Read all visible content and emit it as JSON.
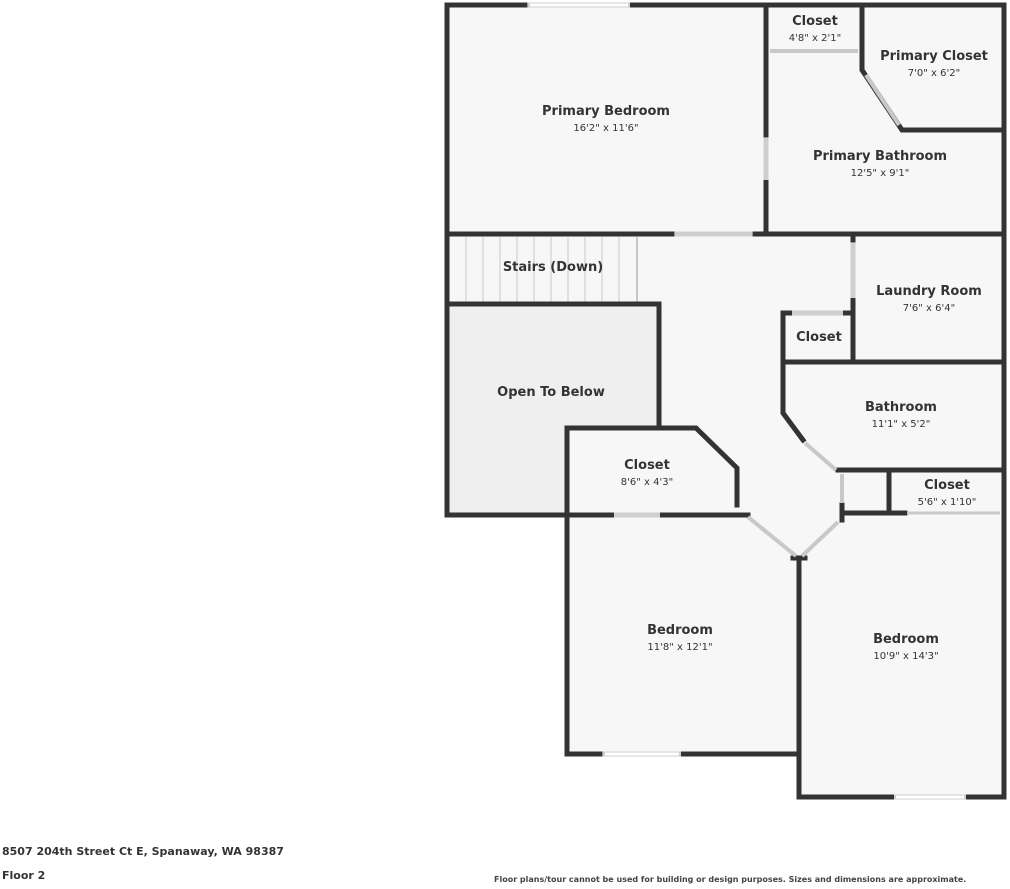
{
  "floor_plan": {
    "colors": {
      "wall": "#333333",
      "room_fill": "#f7f7f7",
      "open_to_below_fill": "#efefef",
      "door_opening": "#ffffff",
      "background": "#ffffff"
    },
    "rooms": [
      {
        "id": "primary-bedroom",
        "name": "Primary Bedroom",
        "dimensions": "16'2\" x 11'6\""
      },
      {
        "id": "closet-top",
        "name": "Closet",
        "dimensions": "4'8\" x 2'1\""
      },
      {
        "id": "primary-closet",
        "name": "Primary Closet",
        "dimensions": "7'0\" x 6'2\""
      },
      {
        "id": "primary-bathroom",
        "name": "Primary Bathroom",
        "dimensions": "12'5\" x 9'1\""
      },
      {
        "id": "stairs",
        "name": "Stairs (Down)",
        "dimensions": ""
      },
      {
        "id": "laundry-room",
        "name": "Laundry Room",
        "dimensions": "7'6\" x 6'4\""
      },
      {
        "id": "closet-small",
        "name": "Closet",
        "dimensions": ""
      },
      {
        "id": "open-to-below",
        "name": "Open To Below",
        "dimensions": ""
      },
      {
        "id": "bathroom",
        "name": "Bathroom",
        "dimensions": "11'1\" x 5'2\""
      },
      {
        "id": "closet-middle",
        "name": "Closet",
        "dimensions": "8'6\" x 4'3\""
      },
      {
        "id": "closet-right",
        "name": "Closet",
        "dimensions": "5'6\" x 1'10\""
      },
      {
        "id": "bedroom-left",
        "name": "Bedroom",
        "dimensions": "11'8\" x 12'1\""
      },
      {
        "id": "bedroom-right",
        "name": "Bedroom",
        "dimensions": "10'9\" x 14'3\""
      }
    ]
  },
  "footer": {
    "address": "8507 204th Street Ct E, Spanaway, WA 98387",
    "floor": "Floor 2",
    "disclaimer": "Floor plans/tour cannot be used for building or design purposes. Sizes and dimensions are approximate."
  }
}
